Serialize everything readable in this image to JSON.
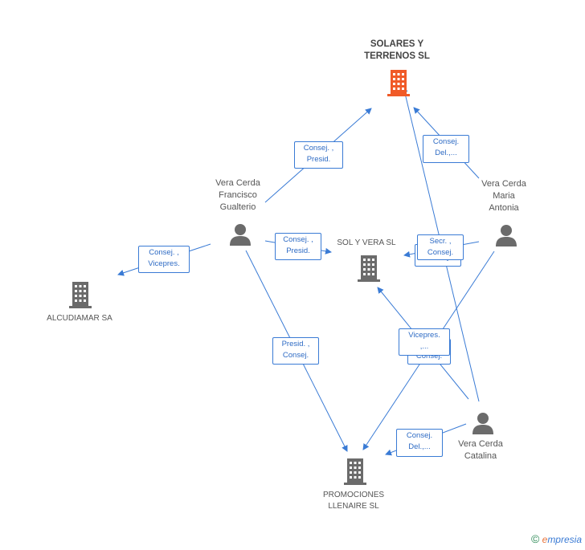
{
  "colors": {
    "edge": "#3a7bd5",
    "company": "#6b6b6b",
    "company_main": "#f05a28",
    "person": "#6b6b6b"
  },
  "nodes": {
    "solares": {
      "label": "SOLARES Y\nTERRENOS SL",
      "type": "company-main"
    },
    "solvera": {
      "label": "SOL Y VERA SL",
      "type": "company"
    },
    "alcudiamar": {
      "label": "ALCUDIAMAR SA",
      "type": "company"
    },
    "promociones": {
      "label": "PROMOCIONES\nLLENAIRE SL",
      "type": "company"
    },
    "francisco": {
      "label": "Vera Cerda\nFrancisco\nGualterio",
      "type": "person"
    },
    "maria": {
      "label": "Vera Cerda\nMaria\nAntonia",
      "type": "person"
    },
    "catalina": {
      "label": "Vera Cerda\nCatalina",
      "type": "person"
    }
  },
  "edges": [
    {
      "from": "francisco",
      "to": "solares",
      "label": "Consej. ,\nPresid."
    },
    {
      "from": "francisco",
      "to": "solvera",
      "label": "Consej. ,\nPresid."
    },
    {
      "from": "francisco",
      "to": "alcudiamar",
      "label": "Consej. ,\nVicepres."
    },
    {
      "from": "francisco",
      "to": "promociones",
      "label": "Presid. ,\nConsej."
    },
    {
      "from": "maria",
      "to": "solares",
      "label": "Consej.\nDel.,..."
    },
    {
      "from": "maria",
      "to": "solvera",
      "label": "Secr. ,\nConsej."
    },
    {
      "from": "maria",
      "to": "promociones",
      "label": "Vicepres.\n,..."
    },
    {
      "from": "catalina",
      "to": "solares",
      "label": ""
    },
    {
      "from": "catalina",
      "to": "solvera",
      "label": "Consej."
    },
    {
      "from": "catalina",
      "to": "promociones",
      "label": "Consej.\nDel.,..."
    }
  ],
  "copyright": {
    "symbol": "©",
    "brand_first": "e",
    "brand_rest": "mpresia"
  }
}
